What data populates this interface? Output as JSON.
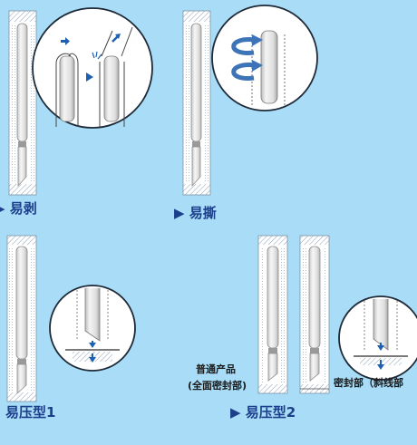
{
  "captions": {
    "easy_peel": "▶ 易剥",
    "easy_tear": "▶ 易撕",
    "easy_press_1": "易压型1",
    "easy_press_2": "▶ 易压型2"
  },
  "labels": {
    "normal_product_line1": "普通产品",
    "normal_product_line2": "(全面密封部)",
    "seal_part": "密封部（斜线部"
  },
  "colors": {
    "background": "#a9dcf6",
    "caption_text": "#1c3f8c",
    "arrow_blue": "#1d5fb0",
    "package_white": "#ffffff"
  }
}
